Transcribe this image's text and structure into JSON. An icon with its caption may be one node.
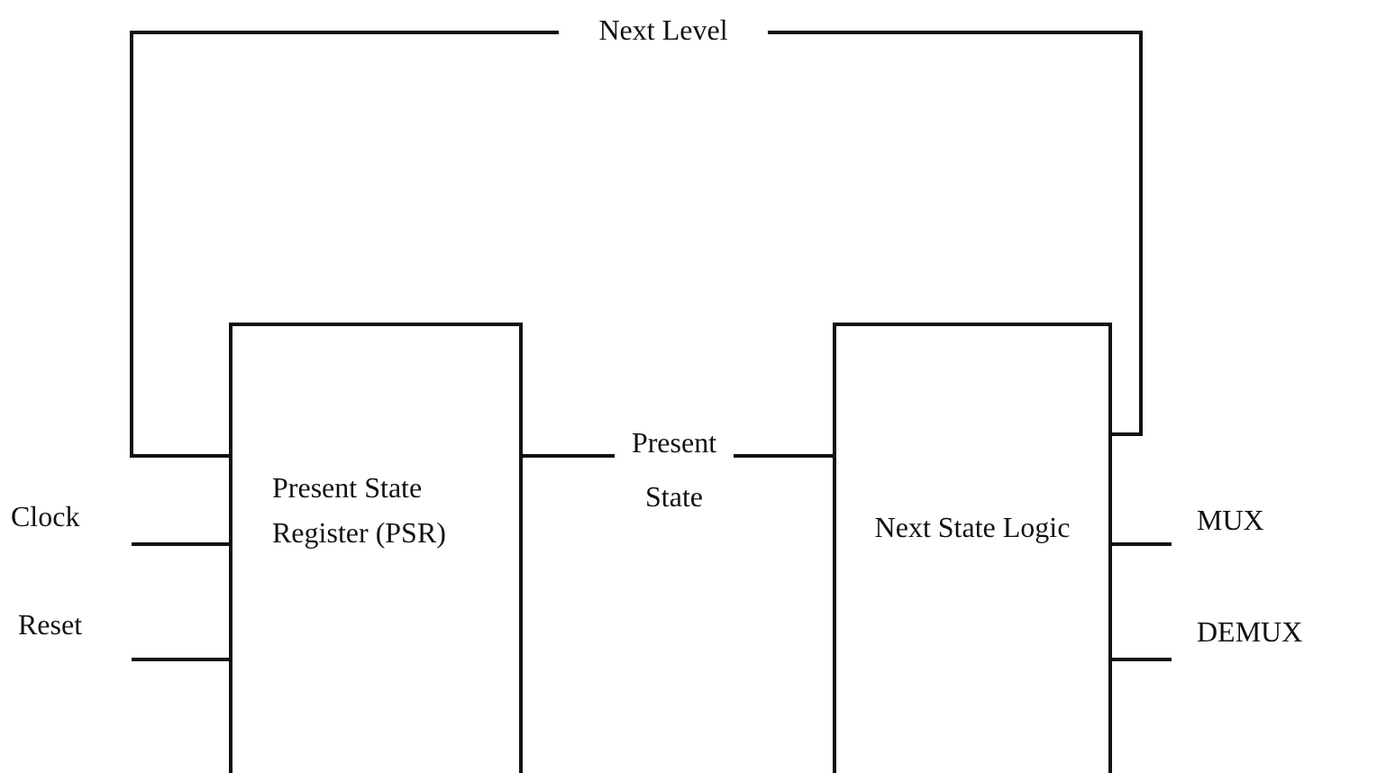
{
  "diagram": {
    "nodes": [
      {
        "text": [
          "Present State Register (PSR)"
        ]
      },
      {
        "text": [
          "Next State Logic"
        ]
      },
      {
        "text": [
          "Clock"
        ]
      },
      {
        "text": [
          "Reset"
        ]
      },
      {
        "text": [
          "MUX"
        ]
      },
      {
        "text": [
          "DEMUX"
        ]
      }
    ],
    "edges": [
      {
        "from": 1,
        "to": 0,
        "label": "Next Level",
        "arrow": "none"
      },
      {
        "from": 0,
        "to": 1,
        "label": "Present State",
        "arrow": "none"
      },
      {
        "from": 2,
        "to": 0,
        "arrow": "none"
      },
      {
        "from": 3,
        "to": 0,
        "arrow": "none"
      },
      {
        "from": 1,
        "to": 4,
        "arrow": "none"
      },
      {
        "from": 1,
        "to": 5,
        "arrow": "none"
      }
    ]
  }
}
